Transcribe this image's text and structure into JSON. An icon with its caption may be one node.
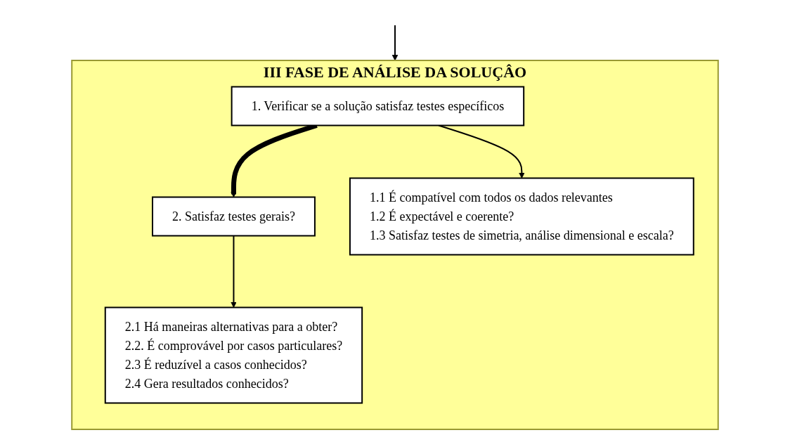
{
  "diagram": {
    "nodes": [
      {
        "text": [
          "III FASE DE ANÁLISE DA SOLUÇÂO"
        ]
      },
      {
        "text": [
          "1. Verificar se a solução satisfaz testes específicos"
        ],
        "in": 0
      },
      {
        "text": [
          "2. Satisfaz testes gerais?"
        ],
        "in": 0
      },
      {
        "text": [
          "1.1 É compatível com todos os dados relevantes",
          "1.2 É expectável e coerente?",
          "1.3 Satisfaz testes de simetria, análise dimensional e escala?"
        ],
        "in": 0
      },
      {
        "text": [
          "2.1 Há maneiras alternativas para a obter?",
          "2.2. É comprovável por casos particulares?",
          "2.3 É reduzível a casos conhecidos?",
          "2.4 Gera resultados conhecidos?"
        ],
        "in": 0
      }
    ],
    "edges": [
      {
        "from": null,
        "to": 0,
        "arrow": "to"
      },
      {
        "from": 1,
        "to": 2,
        "arrow": "to",
        "style": "thick"
      },
      {
        "from": 1,
        "to": 3,
        "arrow": "to"
      },
      {
        "from": 2,
        "to": 4,
        "arrow": "to"
      }
    ]
  }
}
